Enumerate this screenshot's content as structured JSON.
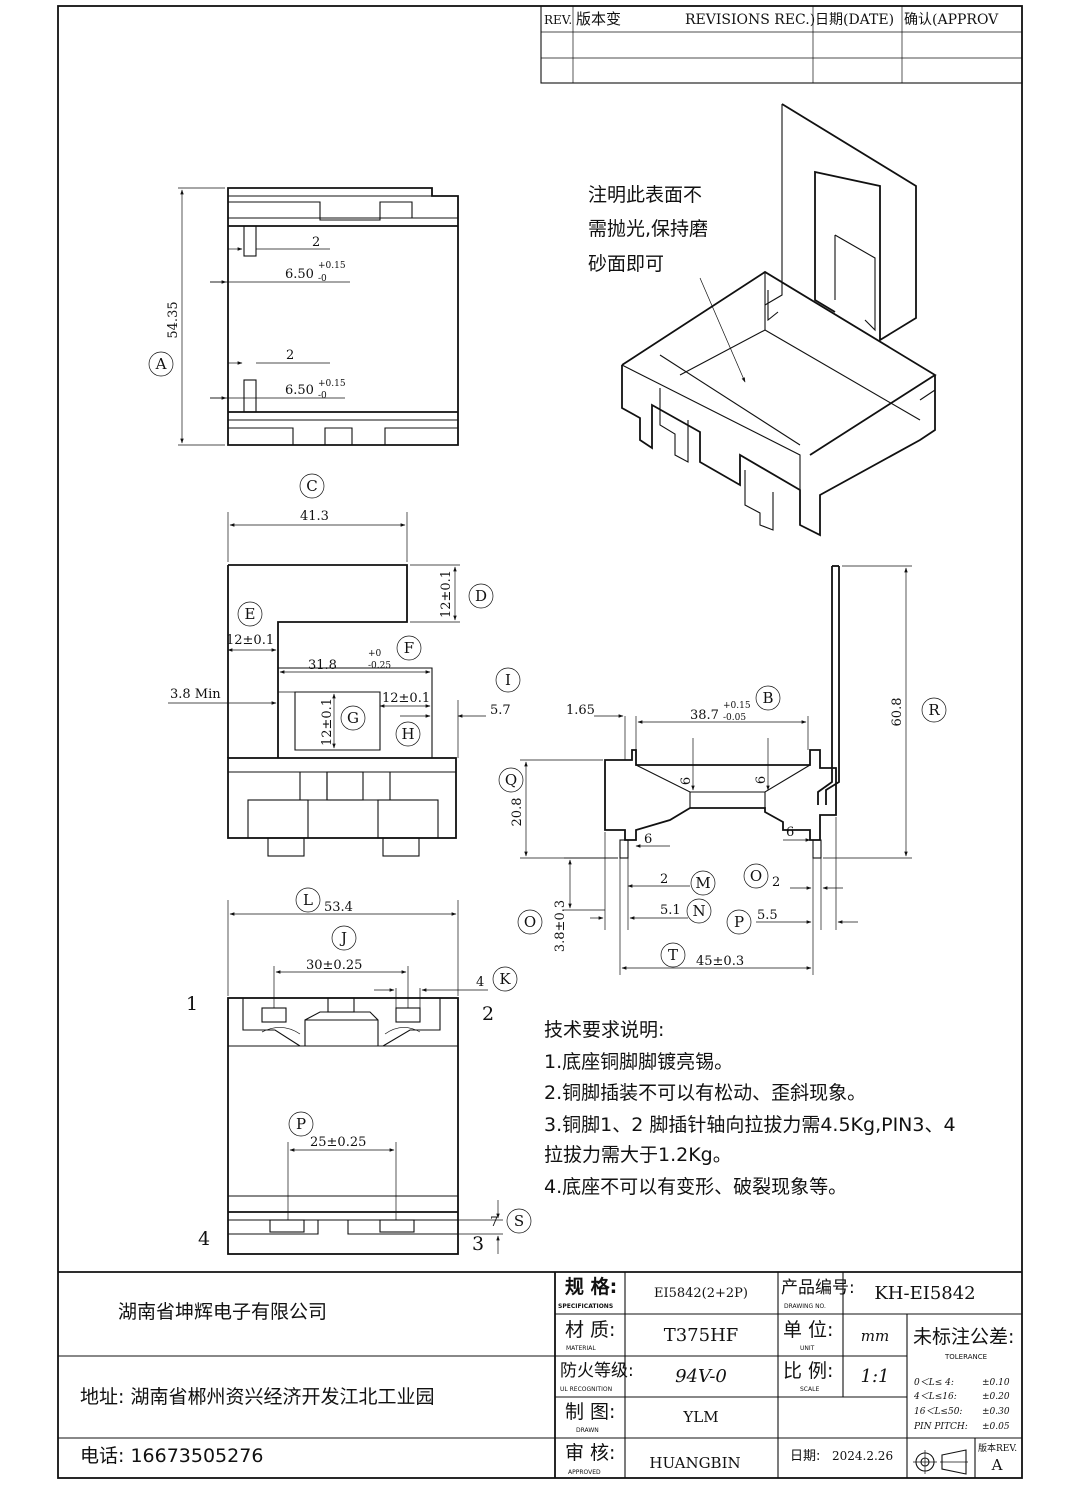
{
  "revision_table": {
    "headers": [
      "REV.",
      "版本变",
      "REVISIONS REC.)",
      "日期(DATE)",
      "确认(APPROV"
    ]
  },
  "note_top": [
    "注明此表面不",
    "需抛光,保持磨",
    "砂面即可"
  ],
  "dimensions": {
    "d_54_35": "54.35",
    "d_2a": "2",
    "d_6_50a": "6.50",
    "d_2b": "2",
    "d_6_50b": "6.50",
    "tol_p015": "+0.15",
    "tol_m0": "-0",
    "d_41_3": "41.3",
    "d_12_pm_01": "12±0.1",
    "d_31_8": "31.8",
    "tol_p0": "+0",
    "tol_m025": "-0.25",
    "d_3_8_min": "3.8 Min",
    "d_5_7": "5.7",
    "d_1_65": "1.65",
    "d_38_7": "38.7",
    "tol_m005": "-0.05",
    "d_6": "6",
    "d_20_8": "20.8",
    "d_60_8": "60.8",
    "d_53_4": "53.4",
    "d_30_pm_025": "30±0.25",
    "d_4": "4",
    "d_25_pm_025": "25±0.25",
    "d_7": "7",
    "d_5_1": "5.1",
    "d_5_5": "5.5",
    "d_3_8_pm_03": "3.8±0.3",
    "d_45_pm_03": "45±0.3"
  },
  "callouts": [
    "A",
    "B",
    "C",
    "D",
    "E",
    "F",
    "G",
    "H",
    "I",
    "J",
    "K",
    "L",
    "M",
    "N",
    "O",
    "P",
    "Q",
    "R",
    "S",
    "T"
  ],
  "pin_numbers": [
    "1",
    "2",
    "3",
    "4"
  ],
  "tech_notes": {
    "title": "技术要求说明:",
    "items": [
      "1.底座铜脚脚镀亮锡。",
      "2.铜脚插装不可以有松动、歪斜现象。",
      "3.铜脚1、2 脚插针轴向拉拔力需4.5Kg,PIN3、4",
      "拉拔力需大于1.2Kg。",
      "4.底座不可以有变形、破裂现象等。"
    ]
  },
  "title_block": {
    "company": "湖南省坤辉电子有限公司",
    "address": "地址: 湖南省郴州资兴经济开发江北工业园",
    "phone": "电话: 16673505276",
    "spec_label": "规 格:",
    "spec_en": "SPECIFICATIONS",
    "spec_value": "EI5842(2+2P)",
    "product_no_label": "产品编号:",
    "product_no_en": "DRAWING NO.",
    "product_no": "KH-EI5842",
    "material_label": "材 质:",
    "material_en": "MATERIAL",
    "material": "T375HF",
    "unit_label": "单 位:",
    "unit_en": "UNIT",
    "unit": "mm",
    "tolerance_label": "未标注公差:",
    "tolerance_en": "TOLERANCE",
    "tolerance_rows": [
      {
        "range": "0＜L≤ 4:",
        "value": "±0.10"
      },
      {
        "range": "4＜L≤16:",
        "value": "±0.20"
      },
      {
        "range": "16＜L≤50:",
        "value": "±0.30"
      },
      {
        "range": "PIN PITCH:",
        "value": "±0.05"
      }
    ],
    "flame_label": "防火等级:",
    "flame_en": "UL RECOGNITION",
    "flame": "94V-0",
    "scale_label": "比 例:",
    "scale_en": "SCALE",
    "scale": "1:1",
    "drawn_label": "制 图:",
    "drawn_en": "DRAWN",
    "drawn": "YLM",
    "approved_label": "审 核:",
    "approved_en": "APPROVED",
    "approved": "HUANGBIN",
    "date_label": "日期:",
    "date": "2024.2.26",
    "rev_label": "版本REV.",
    "rev": "A"
  }
}
